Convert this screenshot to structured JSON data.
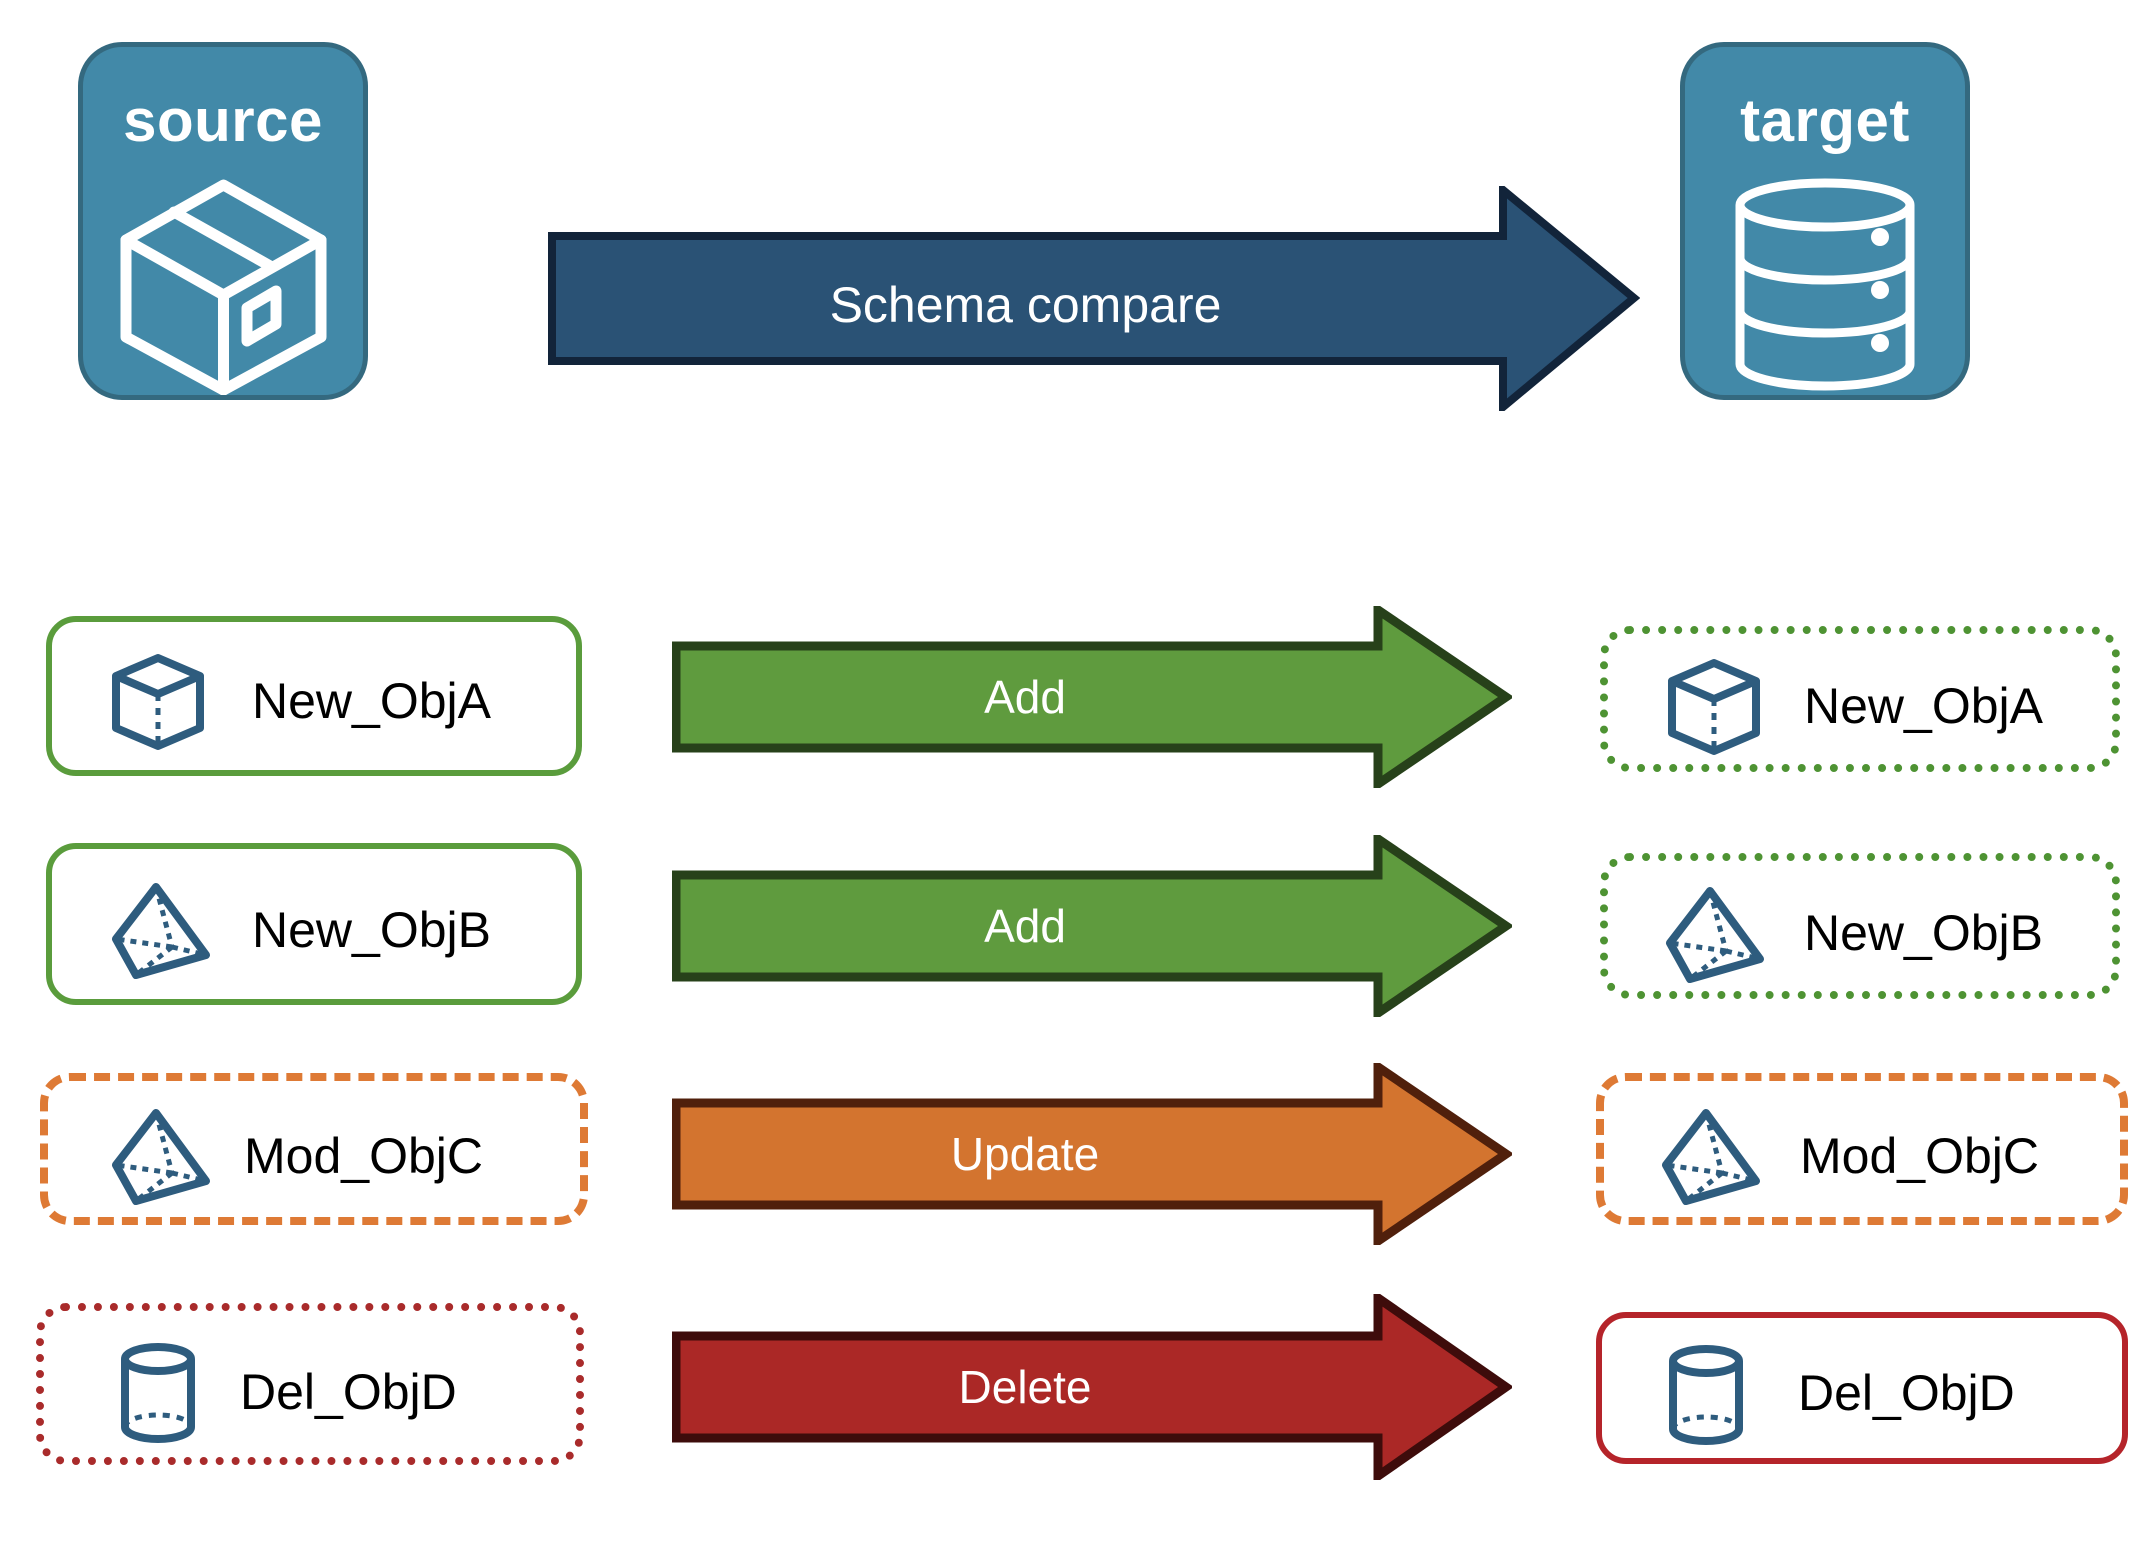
{
  "diagram": {
    "title_absent": true,
    "endpoints": {
      "source": {
        "label": "source",
        "icon": "package-box-icon",
        "fill": "#4289A8",
        "stroke": "#34697F"
      },
      "target": {
        "label": "target",
        "icon": "database-cylinder-icon",
        "fill": "#4289A8",
        "stroke": "#34697F"
      }
    },
    "main_arrow": {
      "label": "Schema compare",
      "fill": "#2A5275",
      "stroke": "#12243A",
      "direction": "right"
    },
    "rows": [
      {
        "source": {
          "label": "New_ObjA",
          "icon": "wireframe-cube-icon",
          "border_style": "solid",
          "border_color": "#5A9C3C"
        },
        "arrow": {
          "label": "Add",
          "fill": "#5F9B3E",
          "stroke": "#27411A"
        },
        "target": {
          "label": "New_ObjA",
          "icon": "wireframe-cube-icon",
          "border_style": "dotted",
          "border_color": "#4E9333"
        }
      },
      {
        "source": {
          "label": "New_ObjB",
          "icon": "wireframe-pyramid-icon",
          "border_style": "solid",
          "border_color": "#5A9C3C"
        },
        "arrow": {
          "label": "Add",
          "fill": "#5F9B3E",
          "stroke": "#27411A"
        },
        "target": {
          "label": "New_ObjB",
          "icon": "wireframe-pyramid-icon",
          "border_style": "dotted",
          "border_color": "#4E9333"
        }
      },
      {
        "source": {
          "label": "Mod_ObjC",
          "icon": "wireframe-pyramid-icon",
          "border_style": "dashed",
          "border_color": "#DE7A35"
        },
        "arrow": {
          "label": "Update",
          "fill": "#D3742F",
          "stroke": "#50200C"
        },
        "target": {
          "label": "Mod_ObjC",
          "icon": "wireframe-pyramid-icon",
          "border_style": "dashed",
          "border_color": "#DE7A35"
        }
      },
      {
        "source": {
          "label": "Del_ObjD",
          "icon": "wireframe-cylinder-icon",
          "border_style": "dotted",
          "border_color": "#A92B2B"
        },
        "arrow": {
          "label": "Delete",
          "fill": "#AB2826",
          "stroke": "#3E0C0B"
        },
        "target": {
          "label": "Del_ObjD",
          "icon": "wireframe-cylinder-icon",
          "border_style": "solid",
          "border_color": "#B5242A"
        }
      }
    ],
    "icon_stroke_color": "#2E5C7E"
  }
}
